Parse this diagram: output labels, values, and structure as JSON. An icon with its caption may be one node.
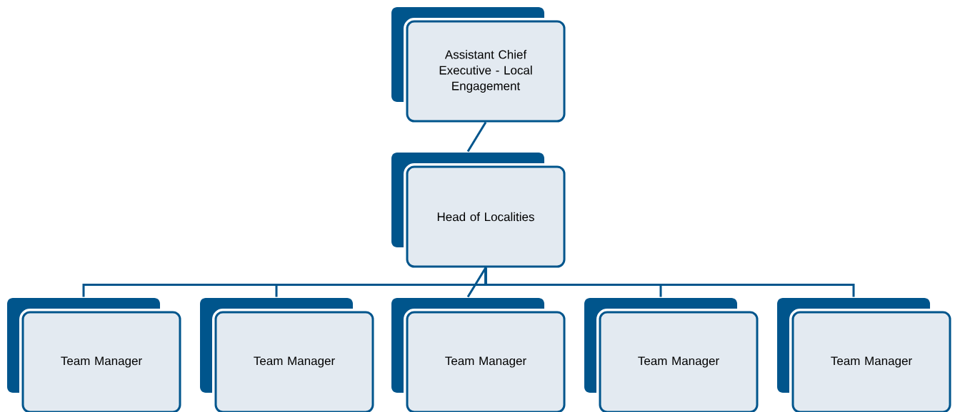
{
  "diagram": {
    "nodes": [
      {
        "text": [
          "Assistant Chief Executive - Local Engagement"
        ]
      },
      {
        "text": [
          "Head of Localities"
        ]
      },
      {
        "text": [
          "Team Manager"
        ]
      },
      {
        "text": [
          "Team Manager"
        ]
      },
      {
        "text": [
          "Team Manager"
        ]
      },
      {
        "text": [
          "Team Manager"
        ]
      },
      {
        "text": [
          "Team Manager"
        ]
      }
    ],
    "edges": [
      {
        "from": 0,
        "to": 1,
        "arrow": "none"
      },
      {
        "from": 1,
        "to": 2,
        "arrow": "none"
      },
      {
        "from": 1,
        "to": 3,
        "arrow": "none"
      },
      {
        "from": 1,
        "to": 4,
        "arrow": "none"
      },
      {
        "from": 1,
        "to": 5,
        "arrow": "none"
      },
      {
        "from": 1,
        "to": 6,
        "arrow": "none"
      }
    ]
  }
}
